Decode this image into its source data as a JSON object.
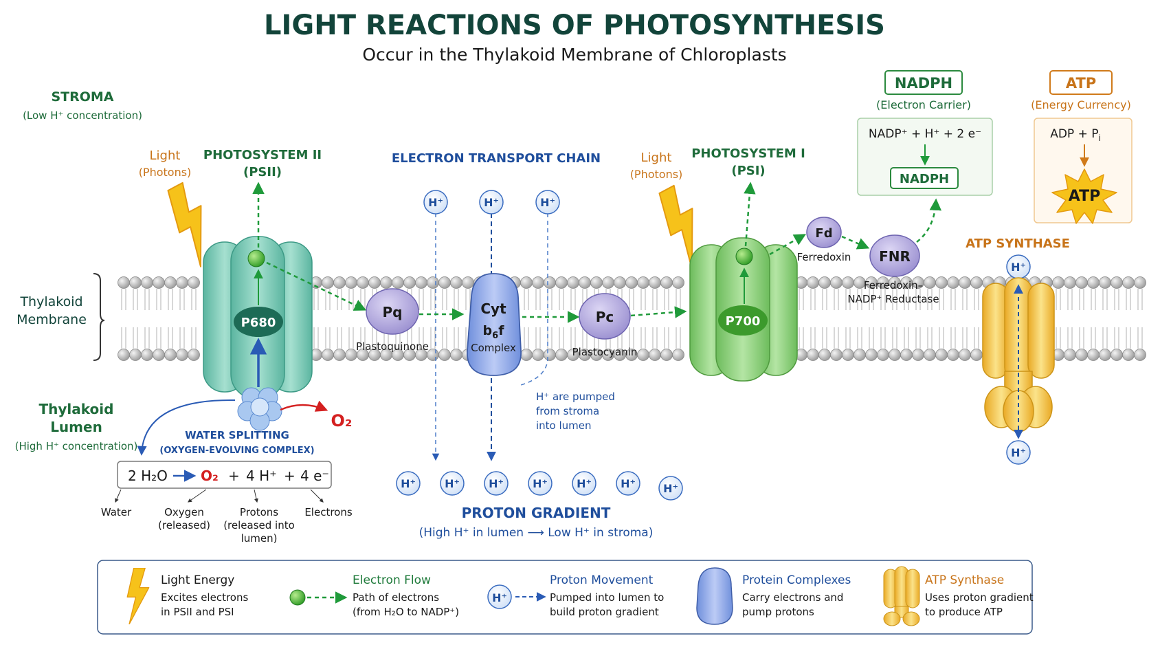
{
  "title": "LIGHT REACTIONS OF PHOTOSYNTHESIS",
  "subtitle": "Occur in the Thylakoid Membrane of Chloroplasts",
  "regions": {
    "stroma_title": "STROMA",
    "stroma_sub": "(Low H⁺ concentration)",
    "membrane_line1": "Thylakoid",
    "membrane_line2": "Membrane",
    "lumen_line1": "Thylakoid",
    "lumen_line2": "Lumen",
    "lumen_sub": "(High H⁺ concentration)"
  },
  "psii": {
    "light_line1": "Light",
    "light_line2": "(Photons)",
    "title": "PHOTOSYSTEM II",
    "abbr": "(PSII)",
    "center": "P680"
  },
  "etc": {
    "title": "ELECTRON TRANSPORT CHAIN",
    "pq": "Pq",
    "pq_label": "Plastoquinone",
    "cyt_line1": "Cyt",
    "cyt_line2": "b",
    "cyt_sub": "6",
    "cyt_line2b": "f",
    "cyt_line3": "Complex",
    "pc": "Pc",
    "pc_label": "Plastocyanin",
    "note_line1": "H⁺ are pumped",
    "note_line2": "from stroma",
    "note_line3": "into lumen"
  },
  "psi": {
    "light_line1": "Light",
    "light_line2": "(Photons)",
    "title": "PHOTOSYSTEM I",
    "abbr": "(PSI)",
    "center": "P700",
    "fd": "Fd",
    "fd_label": "Ferredoxin",
    "fnr": "FNR",
    "fnr_label1": "Ferredoxin–",
    "fnr_label2": "NADP⁺ Reductase"
  },
  "nadph_box": {
    "title": "NADPH",
    "sub": "(Electron Carrier)",
    "reaction": "NADP⁺  +  H⁺  + 2 e⁻",
    "product": "NADPH"
  },
  "atp_box": {
    "title": "ATP",
    "sub": "(Energy Currency)",
    "reactant_a": "ADP  +  P",
    "reactant_sub": "i",
    "product": "ATP"
  },
  "atp_synthase": {
    "title": "ATP SYNTHASE"
  },
  "water": {
    "title": "WATER SPLITTING",
    "sub": "(OXYGEN-EVOLVING COMPLEX)",
    "o2_label": "O₂",
    "eq_water": "2 H₂O",
    "eq_o2": "O₂",
    "eq_plus1": "+",
    "eq_h": "4 H⁺",
    "eq_plus2": "+",
    "eq_e": "4 e⁻",
    "lbl_water": "Water",
    "lbl_oxygen1": "Oxygen",
    "lbl_oxygen2": "(released)",
    "lbl_protons1": "Protons",
    "lbl_protons2": "(released into",
    "lbl_protons3": "lumen)",
    "lbl_electrons": "Electrons"
  },
  "hplus": "H⁺",
  "gradient": {
    "title": "PROTON GRADIENT",
    "sub": "(High H⁺ in lumen  ⟶  Low H⁺ in stroma)"
  },
  "legend": [
    {
      "title": "Light Energy",
      "line1": "Excites electrons",
      "line2": "in PSII and PSI",
      "color": "#1a1a1a",
      "icon": "lightning-icon"
    },
    {
      "title": "Electron Flow",
      "line1": "Path of electrons",
      "line2": "(from H₂O to NADP⁺)",
      "color": "#1e7a3a",
      "icon": "electron-icon"
    },
    {
      "title": "Proton Movement",
      "line1": "Pumped into lumen to",
      "line2": "build proton gradient",
      "color": "#1f4e9c",
      "icon": "proton-icon"
    },
    {
      "title": "Protein Complexes",
      "line1": "Carry electrons and",
      "line2": "pump protons",
      "color": "#1f4e9c",
      "icon": "protein-icon"
    },
    {
      "title": "ATP Synthase",
      "line1": "Uses proton gradient",
      "line2": "to produce ATP",
      "color": "#c8741a",
      "icon": "atp-synthase-icon"
    }
  ],
  "colors": {
    "dark_green": "#12443a",
    "green_text": "#1e6b3a",
    "blue_text": "#1f4e9c",
    "orange_text": "#c8741a",
    "red": "#d42020",
    "psii_fill": "#7fcbb8",
    "psi_fill": "#8dcf7a",
    "cyt_fill": "#8fa8e6",
    "atp_fill": "#f3c443"
  }
}
